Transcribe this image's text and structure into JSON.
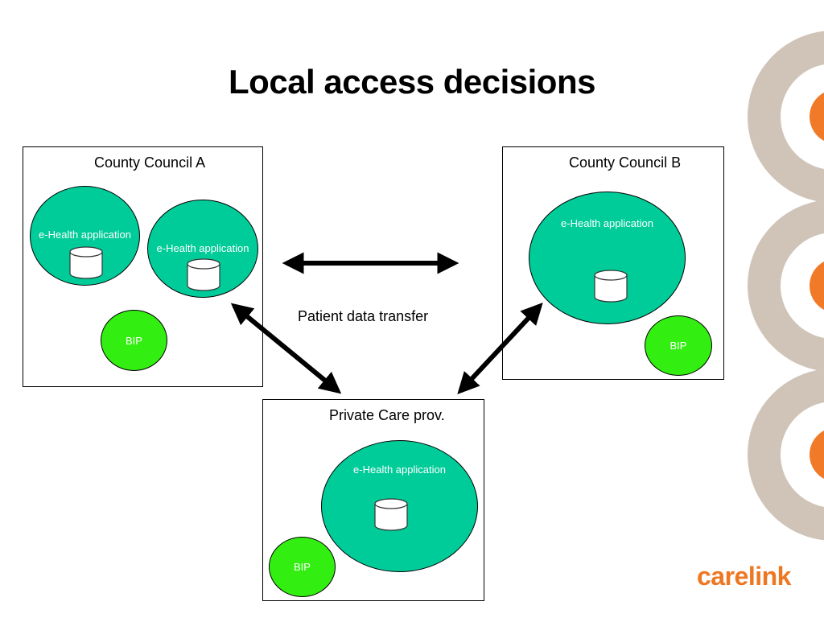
{
  "title": "Local access decisions",
  "transfer_label": "Patient data transfer",
  "county_a": {
    "label": "County Council A",
    "app1": "e-Health application",
    "app2": "e-Health application",
    "bip": "BIP"
  },
  "county_b": {
    "label": "County Council B",
    "app": "e-Health application",
    "bip": "BIP"
  },
  "private": {
    "label": "Private Care prov.",
    "app": "e-Health application",
    "bip": "BIP"
  },
  "brand": "carelink",
  "colors": {
    "app_fill": "#00cc99",
    "bip_fill": "#33ee11",
    "ring_outer": "#d0c4b8",
    "ring_accent": "#f07a28",
    "brand": "#ee7722"
  }
}
